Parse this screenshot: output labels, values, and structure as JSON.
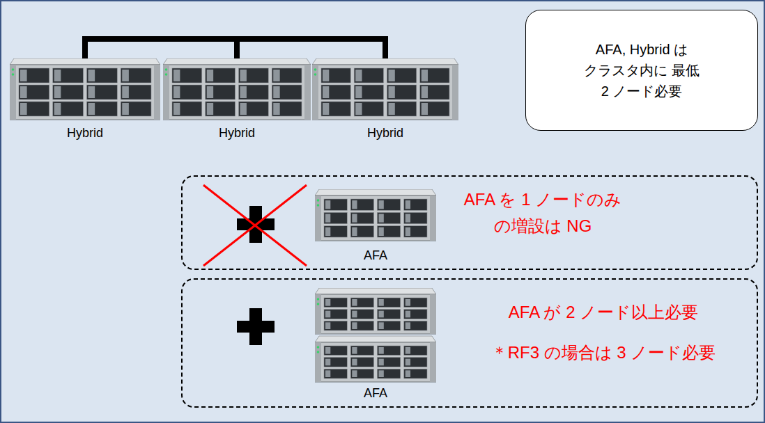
{
  "diagram": {
    "nodes": [
      {
        "text": [
          "Hybrid"
        ]
      },
      {
        "text": [
          "Hybrid"
        ]
      },
      {
        "text": [
          "Hybrid"
        ]
      },
      {
        "text": [
          "AFA, Hybrid は クラスタ内に 最低 2 ノード必要"
        ]
      },
      {
        "text": [
          "AFA を 1 ノードのみ の増設は NG"
        ]
      },
      {
        "text": [
          "AFA"
        ],
        "in": 4
      },
      {
        "text": [
          "AFA が 2 ノード以上必要",
          "＊RF3 の場合は 3 ノード必要"
        ]
      },
      {
        "text": [
          "AFA"
        ],
        "in": 6
      }
    ],
    "edges": [
      {
        "from": 0,
        "to": 1,
        "arrow": "none"
      },
      {
        "from": 1,
        "to": 2,
        "arrow": "none"
      }
    ]
  }
}
